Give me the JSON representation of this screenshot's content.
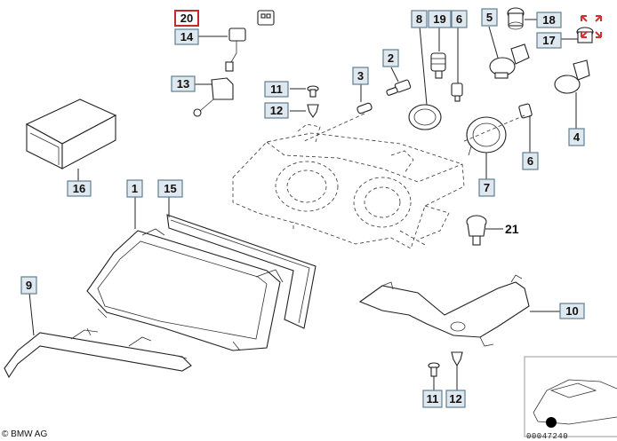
{
  "labels": {
    "l20": "20",
    "l14": "14",
    "l13": "13",
    "l11a": "11",
    "l12a": "12",
    "l3": "3",
    "l2": "2",
    "l8": "8",
    "l19": "19",
    "l6a": "6",
    "l5": "5",
    "l18": "18",
    "l17": "17",
    "l4": "4",
    "l6b": "6",
    "l7": "7",
    "l16": "16",
    "l1": "1",
    "l15": "15",
    "l21": "21",
    "l9": "9",
    "l10": "10",
    "l11b": "11",
    "l12b": "12"
  },
  "copyright": "© BMW AG",
  "image_id": "00047240",
  "colors": {
    "label_fill": "#dfe8ee",
    "label_border": "#5f7f93",
    "highlight": "#c62828",
    "expand_icon": "#d32f2f"
  },
  "icons": {
    "expand": "expand-arrows-icon"
  }
}
